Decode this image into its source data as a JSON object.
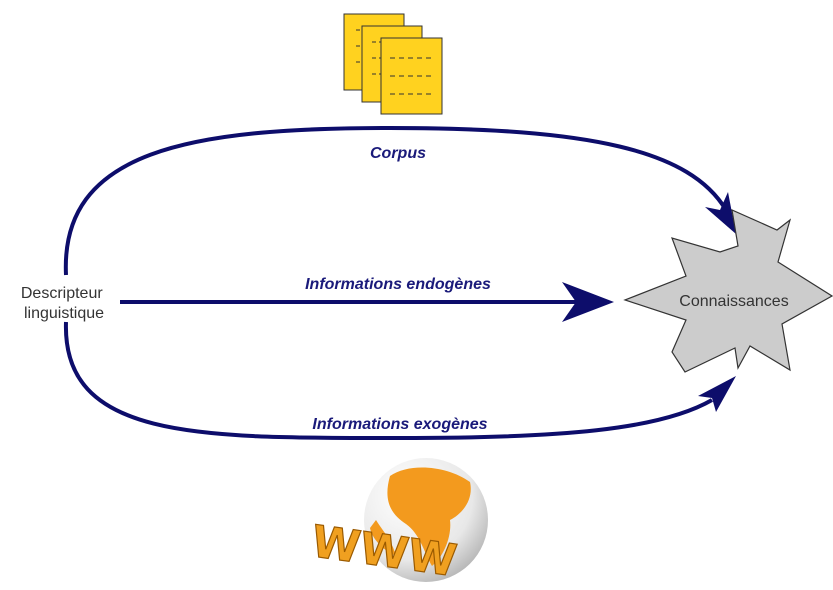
{
  "nodes": {
    "source": "Descripteur\nlinguistique",
    "target": "Connaissances"
  },
  "arrows": {
    "corpus": "Corpus",
    "endogenous": "Informations endogènes",
    "exogenous": "Informations exogènes"
  },
  "icons": {
    "documents": "document-stack-icon",
    "web": "www-globe-icon",
    "www_logo_text": "WWW"
  },
  "colors": {
    "arrow": "#0d0d6b",
    "label": "#1a1a7a",
    "document_fill": "#ffd21f",
    "document_stroke": "#333333",
    "star_fill": "#cccccc",
    "star_stroke": "#333333",
    "globe_orange": "#f39a1e",
    "www_orange": "#f0a020"
  }
}
